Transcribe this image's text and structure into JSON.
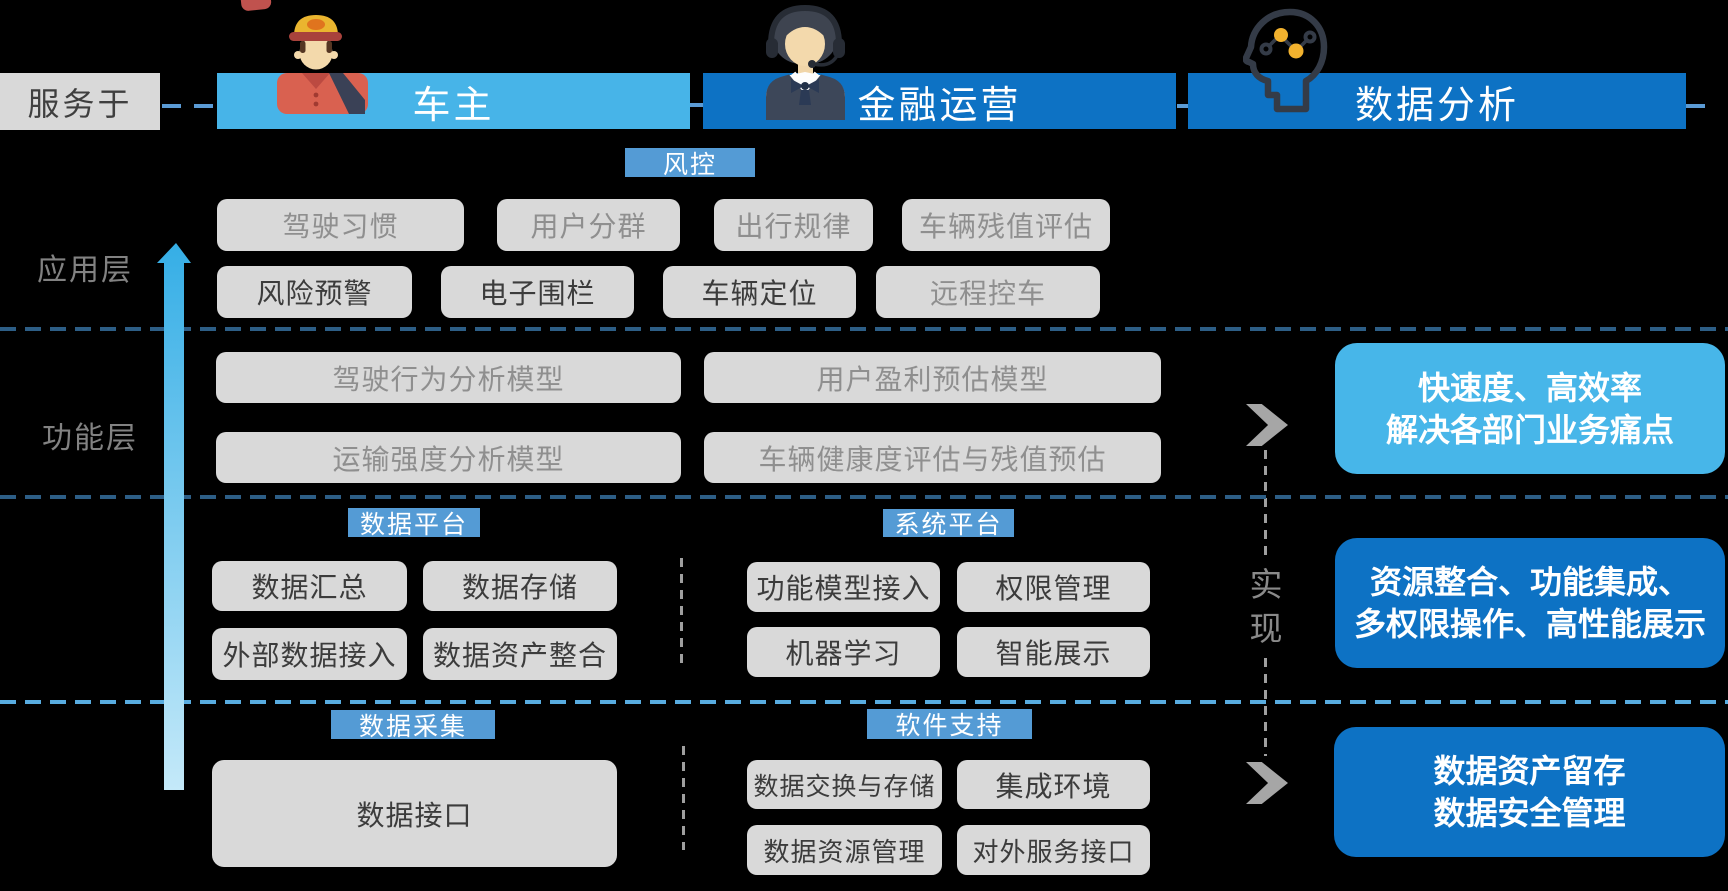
{
  "header": {
    "serve_label": "服务于",
    "bars": [
      {
        "label": "车主"
      },
      {
        "label": "金融运营"
      },
      {
        "label": "数据分析"
      }
    ]
  },
  "layer_labels": {
    "application": "应用层",
    "function": "功能层"
  },
  "tags": {
    "risk_control": "风控",
    "data_platform": "数据平台",
    "system_platform": "系统平台",
    "data_collection": "数据采集",
    "software_support": "软件支持"
  },
  "application_layer": {
    "row1": [
      {
        "label": "驾驶习惯"
      },
      {
        "label": "用户分群"
      },
      {
        "label": "出行规律"
      },
      {
        "label": "车辆残值评估"
      }
    ],
    "row2": [
      {
        "label": "风险预警"
      },
      {
        "label": "电子围栏"
      },
      {
        "label": "车辆定位"
      },
      {
        "label": "远程控车"
      }
    ]
  },
  "function_layer": {
    "row1": [
      {
        "label": "驾驶行为分析模型"
      },
      {
        "label": "用户盈利预估模型"
      }
    ],
    "row2": [
      {
        "label": "运输强度分析模型"
      },
      {
        "label": "车辆健康度评估与残值预估"
      }
    ]
  },
  "platform_layer": {
    "data_platform_buttons": [
      {
        "label": "数据汇总"
      },
      {
        "label": "数据存储"
      },
      {
        "label": "外部数据接入"
      },
      {
        "label": "数据资产整合"
      }
    ],
    "system_platform_buttons": [
      {
        "label": "功能模型接入"
      },
      {
        "label": "权限管理"
      },
      {
        "label": "机器学习"
      },
      {
        "label": "智能展示"
      }
    ]
  },
  "collection_layer": {
    "data_interface": "数据接口",
    "software_buttons": [
      {
        "label": "数据交换与存储"
      },
      {
        "label": "集成环境"
      },
      {
        "label": "数据资源管理"
      },
      {
        "label": "对外服务接口"
      }
    ]
  },
  "outcomes": [
    {
      "line1": "快速度、高效率",
      "line2": "解决各部门业务痛点"
    },
    {
      "line1": "资源整合、功能集成、",
      "line2": "多权限操作、高性能展示"
    },
    {
      "line1": "数据资产留存",
      "line2": "数据安全管理"
    }
  ],
  "realize_label_char1": "实",
  "realize_label_char2": "现",
  "icons": {
    "owner": "driver-icon",
    "finance": "support-agent-icon",
    "analysis": "analytics-head-icon"
  }
}
